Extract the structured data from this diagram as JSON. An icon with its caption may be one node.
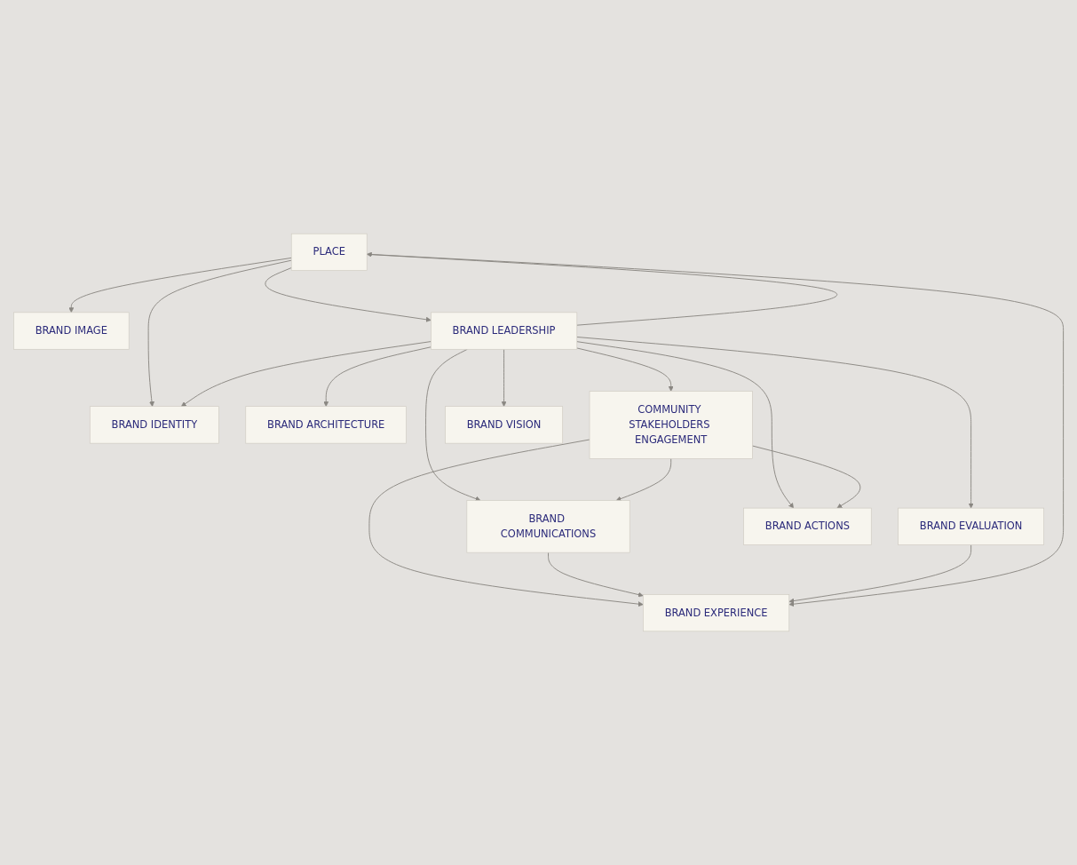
{
  "diagram": {
    "nodes": [
      {
        "text": [
          "BRAND IMAGE"
        ]
      },
      {
        "text": [
          "PLACE"
        ]
      },
      {
        "text": [
          "BRAND IDENTITY"
        ]
      },
      {
        "text": [
          "BRAND EVALUATION"
        ]
      },
      {
        "text": [
          "BRAND LEADERSHIP"
        ]
      },
      {
        "text": [
          "BRAND ARCHITECTURE"
        ]
      },
      {
        "text": [
          "COMMUNITY STAKEHOLDERS ENGAGEMENT"
        ]
      },
      {
        "text": [
          "BRAND COMMUNICATIONS"
        ]
      },
      {
        "text": [
          "BRAND VISION"
        ]
      },
      {
        "text": [
          "BRAND ACTIONS"
        ]
      },
      {
        "text": [
          "BRAND EXPERIENCE"
        ]
      }
    ],
    "edges": [
      {
        "from": 1,
        "to": 0,
        "arrow": "to"
      },
      {
        "from": 1,
        "to": 2,
        "arrow": "to"
      },
      {
        "from": 4,
        "to": 1,
        "arrow": "to"
      },
      {
        "from": 1,
        "to": 4,
        "arrow": "to"
      },
      {
        "from": 4,
        "to": 2,
        "arrow": "to"
      },
      {
        "from": 4,
        "to": 3,
        "arrow": "to"
      },
      {
        "from": 4,
        "to": 7,
        "arrow": "to"
      },
      {
        "from": 4,
        "to": 5,
        "arrow": "to"
      },
      {
        "from": 4,
        "to": 8,
        "arrow": "to"
      },
      {
        "from": 4,
        "to": 9,
        "arrow": "to"
      },
      {
        "from": 4,
        "to": 6,
        "arrow": "to"
      },
      {
        "from": 6,
        "to": 7,
        "arrow": "to"
      },
      {
        "from": 6,
        "to": 9,
        "arrow": "to"
      },
      {
        "from": 6,
        "to": 10,
        "arrow": "to"
      },
      {
        "from": 7,
        "to": 10,
        "arrow": "to"
      },
      {
        "from": 3,
        "to": 10,
        "arrow": "to"
      },
      {
        "from": 1,
        "to": 10,
        "arrow": "to"
      }
    ]
  }
}
